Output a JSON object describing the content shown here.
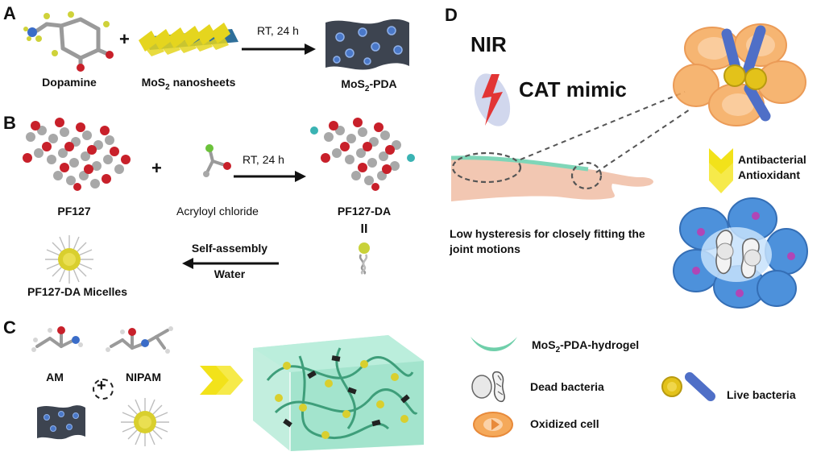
{
  "panels": {
    "A": {
      "letter": "A",
      "reactant1": "Dopamine",
      "reactant2_main": "MoS",
      "reactant2_sub": "2",
      "reactant2_rest": " nanosheets",
      "plus": "+",
      "condition": "RT, 24 h",
      "product_main": "MoS",
      "product_sub": "2",
      "product_rest": "-PDA"
    },
    "B": {
      "letter": "B",
      "reactant1": "PF127",
      "plus": "+",
      "reactant2": "Acryloyl chloride",
      "condition": "RT, 24 h",
      "product": "PF127-DA",
      "equiv_symbol": "II",
      "assembly_line1": "Self-assembly",
      "assembly_line2": "Water",
      "micelles": "PF127-DA Micelles"
    },
    "C": {
      "letter": "C",
      "monomer1": "AM",
      "monomer2": "NIPAM",
      "plus": "+"
    },
    "D": {
      "letter": "D",
      "nir": "NIR",
      "cat_mimic": "CAT mimic",
      "effect_line1": "Antibacterial",
      "effect_line2": "Antioxidant",
      "hysteresis_line1": "Low hysteresis for closely fitting the",
      "hysteresis_line2": "joint motions"
    },
    "legend": {
      "hydrogel_main": "MoS",
      "hydrogel_sub": "2",
      "hydrogel_rest": "-PDA-hydrogel",
      "dead": "Dead bacteria",
      "live": "Live bacteria",
      "oxidized": "Oxidized cell"
    }
  },
  "colors": {
    "nanosheet_dark": "#3d4450",
    "nanosheet_dot": "#4a78c8",
    "hydrogel_green": "#7fd6b8",
    "arrow_yellow": "#f2e21a",
    "cell_orange": "#f5a95a",
    "bacteria_blue": "#4f6fc7",
    "atom_red": "#c8202a",
    "atom_grey": "#a8a8a8"
  }
}
